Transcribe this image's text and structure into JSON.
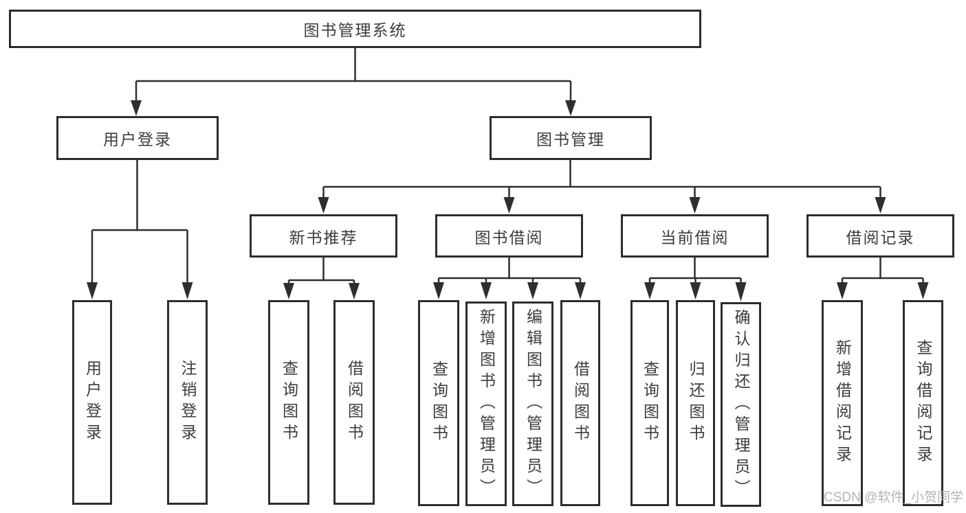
{
  "tree": {
    "root": "图书管理系统",
    "branches": [
      {
        "label": "用户登录",
        "children": [
          "用户登录",
          "注销登录"
        ]
      },
      {
        "label": "图书管理",
        "groups": [
          {
            "label": "新书推荐",
            "children": [
              "查询图书",
              "借阅图书"
            ]
          },
          {
            "label": "图书借阅",
            "children": [
              "查询图书",
              "新增图书（管理员）",
              "编辑图书（管理员）",
              "借阅图书"
            ]
          },
          {
            "label": "当前借阅",
            "children": [
              "查询图书",
              "归还图书",
              "确认归还（管理员）"
            ]
          },
          {
            "label": "借阅记录",
            "children": [
              "新增借阅记录",
              "查询借阅记录"
            ]
          }
        ]
      }
    ]
  },
  "colors": {
    "line": "#2e2e2e",
    "border": "#2d2d2d",
    "text": "#3c3c3c",
    "watermark": "#b3b3b3",
    "background": "#ffffff"
  },
  "watermark": "CSDN @软件_小贺同学"
}
